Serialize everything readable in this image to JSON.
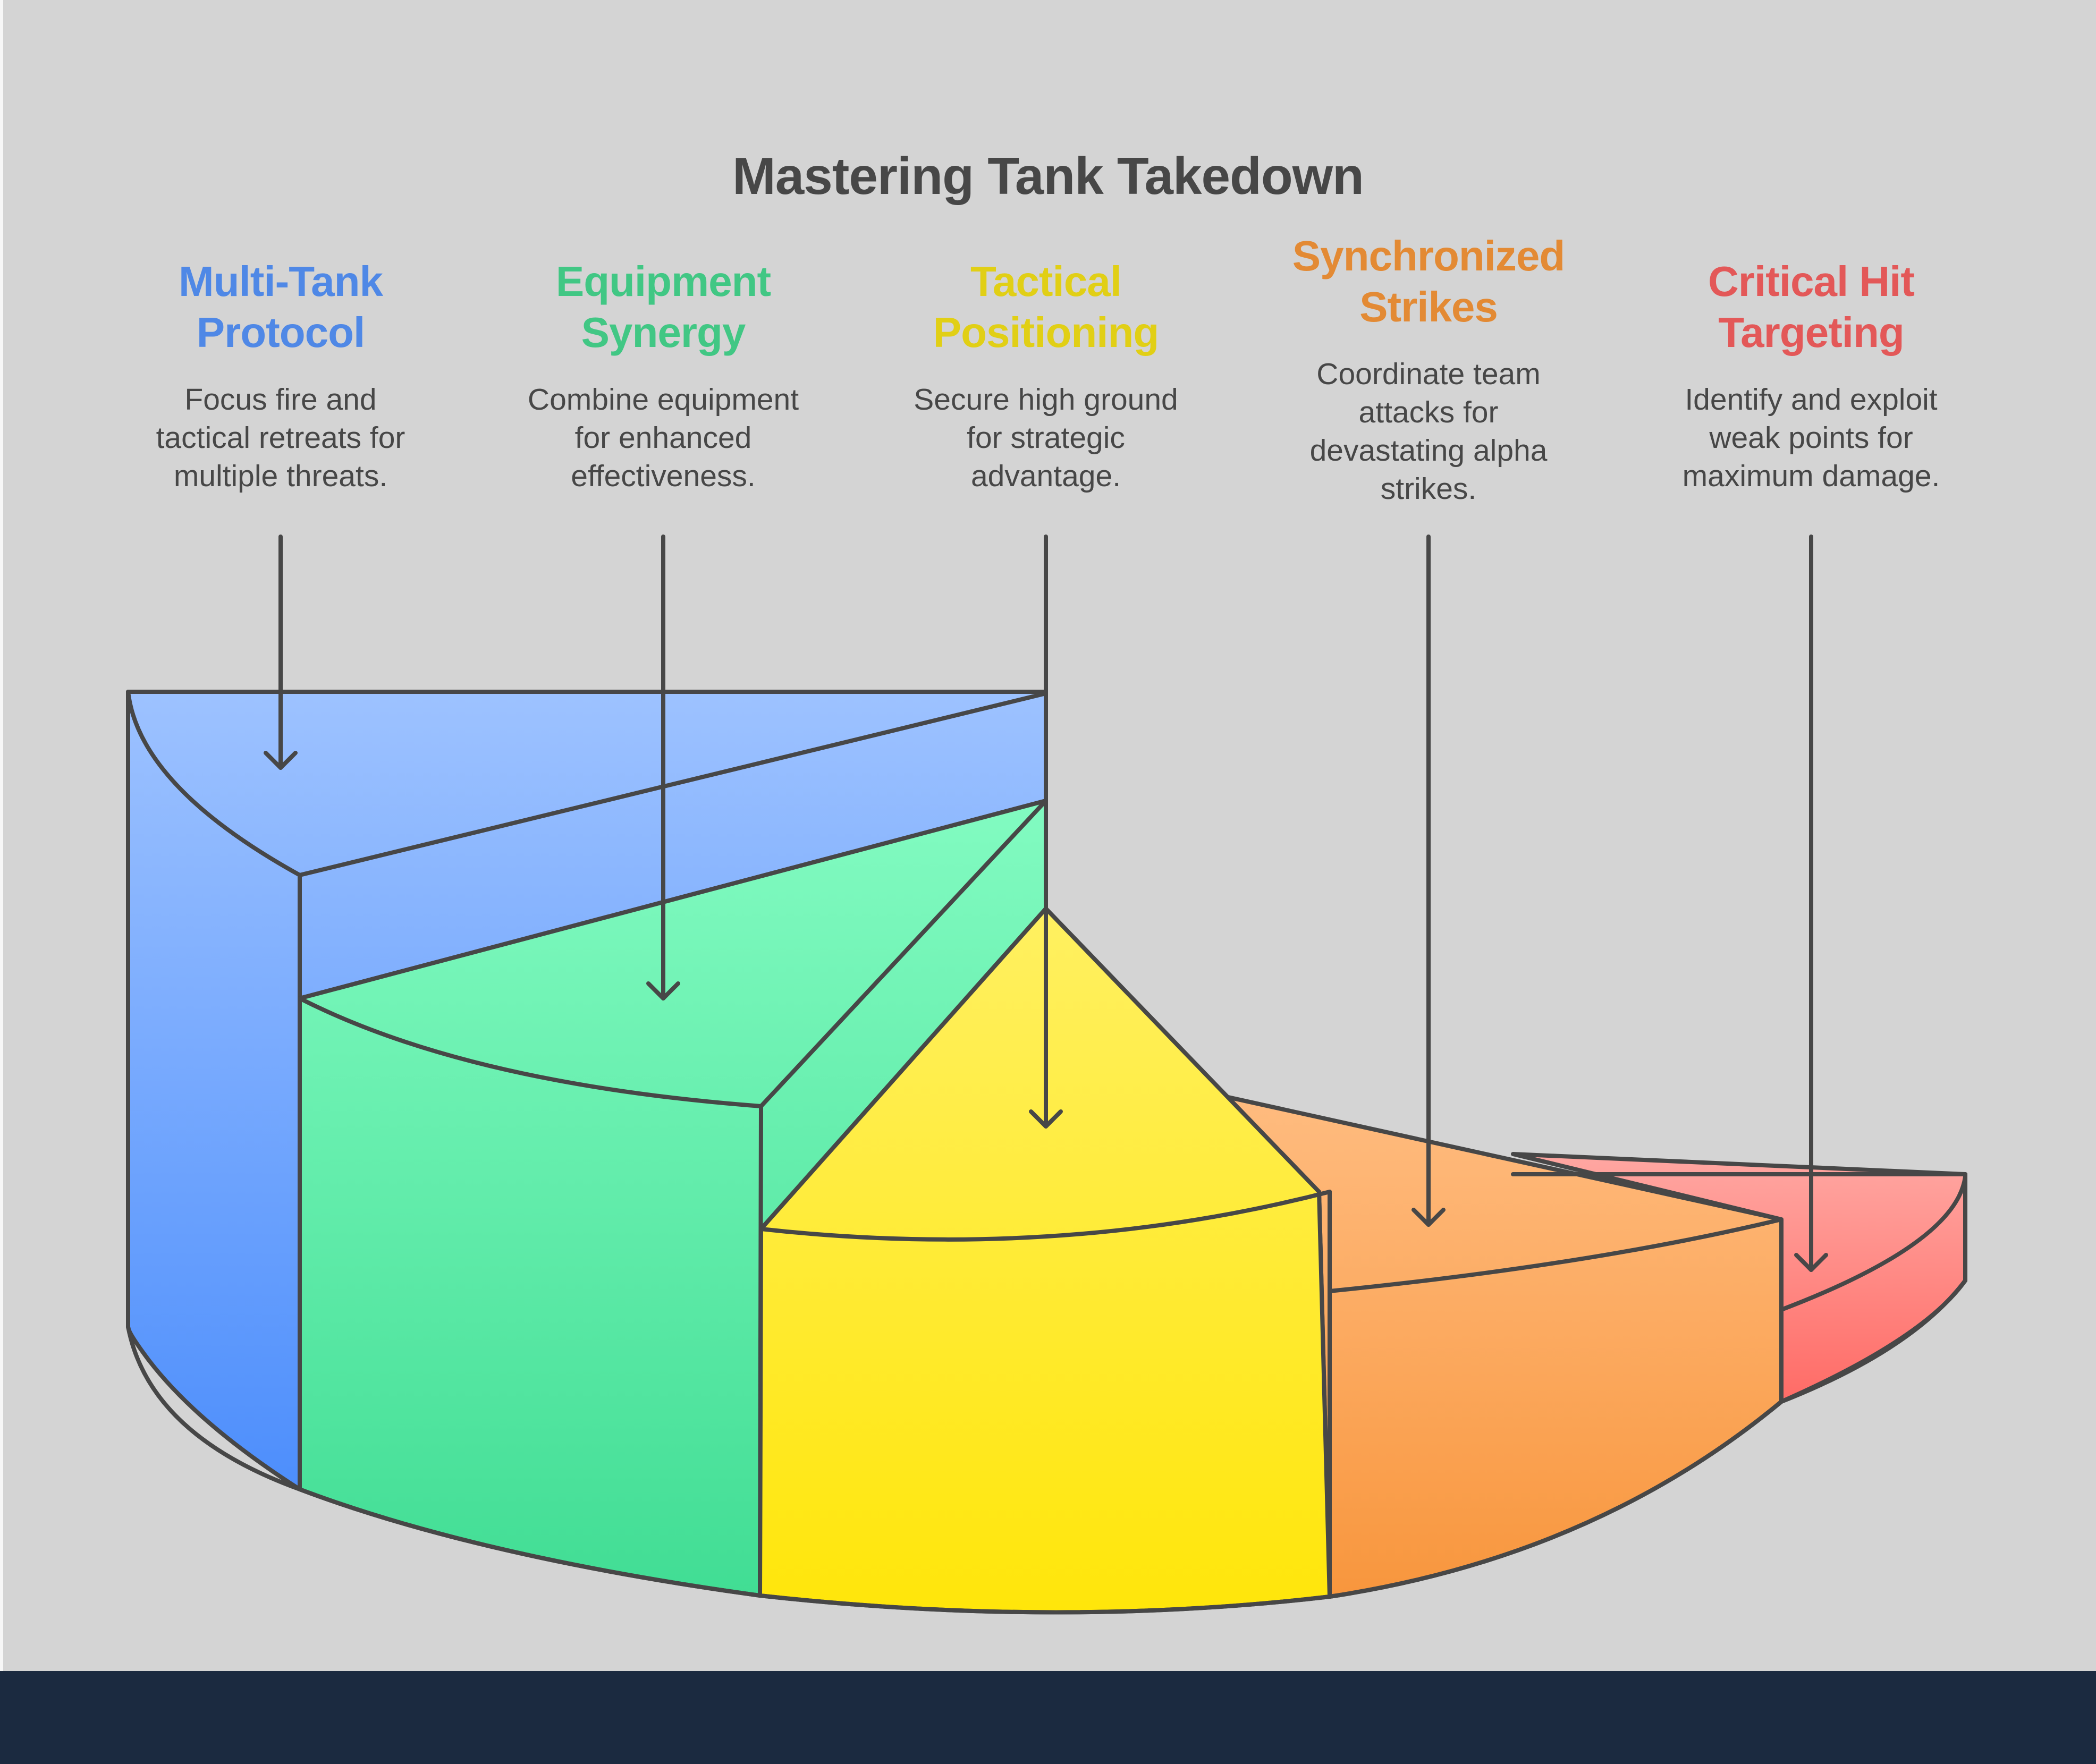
{
  "title": "Mastering Tank Takedown",
  "items": [
    {
      "label": "Multi-Tank Protocol",
      "label_lines": [
        "Multi-Tank",
        "Protocol"
      ],
      "description_lines": [
        "Focus fire and",
        "tactical retreats for",
        "multiple threats."
      ],
      "color": "#4f88e6",
      "fill_top": "#9dc2ff",
      "fill_bottom": "#4d8efc"
    },
    {
      "label": "Equipment Synergy",
      "label_lines": [
        "Equipment",
        "Synergy"
      ],
      "description_lines": [
        "Combine equipment",
        "for enhanced",
        "effectiveness."
      ],
      "color": "#41c784",
      "fill_top": "#82fbc1",
      "fill_bottom": "#41dd94"
    },
    {
      "label": "Tactical Positioning",
      "label_lines": [
        "Tactical",
        "Positioning"
      ],
      "description_lines": [
        "Secure high ground",
        "for strategic",
        "advantage."
      ],
      "color": "#e1cf15",
      "fill_top": "#fff061",
      "fill_bottom": "#ffe60a"
    },
    {
      "label": "Synchronized Strikes",
      "label_lines": [
        "Synchronized",
        "Strikes"
      ],
      "description_lines": [
        "Coordinate team",
        "attacks for",
        "devastating alpha",
        "strikes."
      ],
      "color": "#e38a34",
      "fill_top": "#ffbc80",
      "fill_bottom": "#f8963d"
    },
    {
      "label": "Critical Hit Targeting",
      "label_lines": [
        "Critical Hit",
        "Targeting"
      ],
      "description_lines": [
        "Identify and exploit",
        "weak points for",
        "maximum damage."
      ],
      "color": "#e35858",
      "fill_top": "#ffa7a2",
      "fill_bottom": "#ff6b66"
    }
  ],
  "colors": {
    "background": "#d4d4d4",
    "outline": "#474747",
    "footer": "#1b2a40"
  }
}
